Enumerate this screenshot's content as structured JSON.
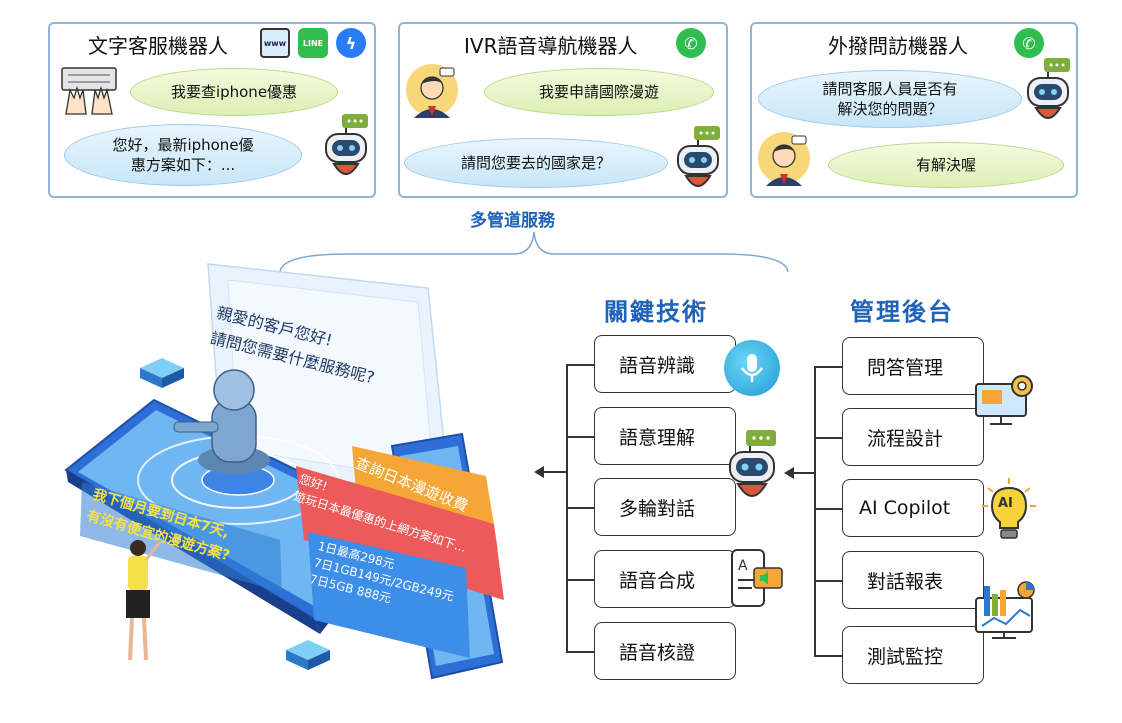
{
  "panels": [
    {
      "title": "文字客服機器人",
      "bubble_user": "我要查iphone優惠",
      "bubble_bot": "您好，最新iphone優\n惠方案如下：..."
    },
    {
      "title": "IVR語音導航機器人",
      "bubble_user": "我要申請國際漫遊",
      "bubble_bot": "請問您要去的國家是？"
    },
    {
      "title": "外撥問訪機器人",
      "bubble_bot": "請問客服人員是否有\n解決您的問題？",
      "bubble_user": "有解決喔"
    }
  ],
  "icons": {
    "www": "www",
    "line": "LINE",
    "phone": "✆",
    "messenger": "ϟ",
    "ai": "AI"
  },
  "multichannel_label": "多管道服務",
  "illustration": {
    "screen_text": "親愛的客戶您好!\n請問您需要什麼服務呢?",
    "user_question": "我下個月要到日本7天,\n有沒有便宜的漫遊方案?",
    "tag_orange": "查詢日本漫遊收費",
    "tag_red": "您好!\n遊玩日本最優惠的上網方案如下...",
    "tag_blue": "1日最高298元\n7日1GB149元/2GB249元\n7日5GB 888元"
  },
  "key_tech": {
    "title": "關鍵技術",
    "items": [
      "語音辨識",
      "語意理解",
      "多輪對話",
      "語音合成",
      "語音核證"
    ]
  },
  "admin": {
    "title": "管理後台",
    "items": [
      "問答管理",
      "流程設計",
      "AI Copilot",
      "對話報表",
      "測試監控"
    ]
  },
  "colors": {
    "accent_blue": "#1f63b8",
    "panel_border": "#8fb4d6",
    "phone_green": "#2fbe4f"
  }
}
